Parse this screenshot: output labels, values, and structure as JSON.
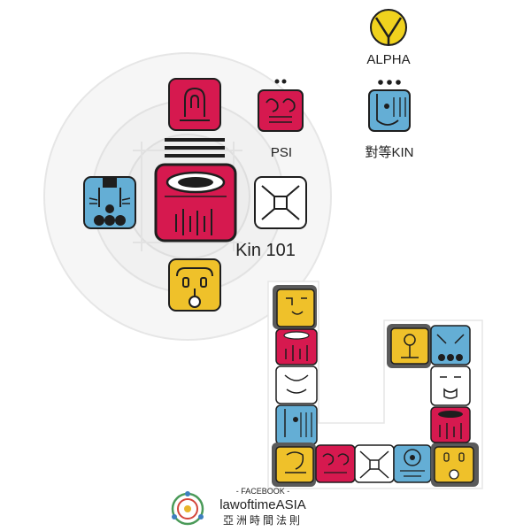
{
  "oracle": {
    "alpha_label": "ALPHA",
    "psi_label": "PSI",
    "analog_label": "對等KIN",
    "kin_label": "Kin 101"
  },
  "branding": {
    "facebook_label": "- FACEBOOK -",
    "brand_name": "lawoftimeASIA",
    "brand_subtitle": "亞洲時間法則"
  },
  "colors": {
    "red": "#d6194f",
    "blue": "#64aed5",
    "yellow": "#efc12a",
    "white": "#ffffff",
    "alpha_yellow": "#f0d21e",
    "outline": "#1e1e1e",
    "frame_gray": "#5a5a5a"
  }
}
